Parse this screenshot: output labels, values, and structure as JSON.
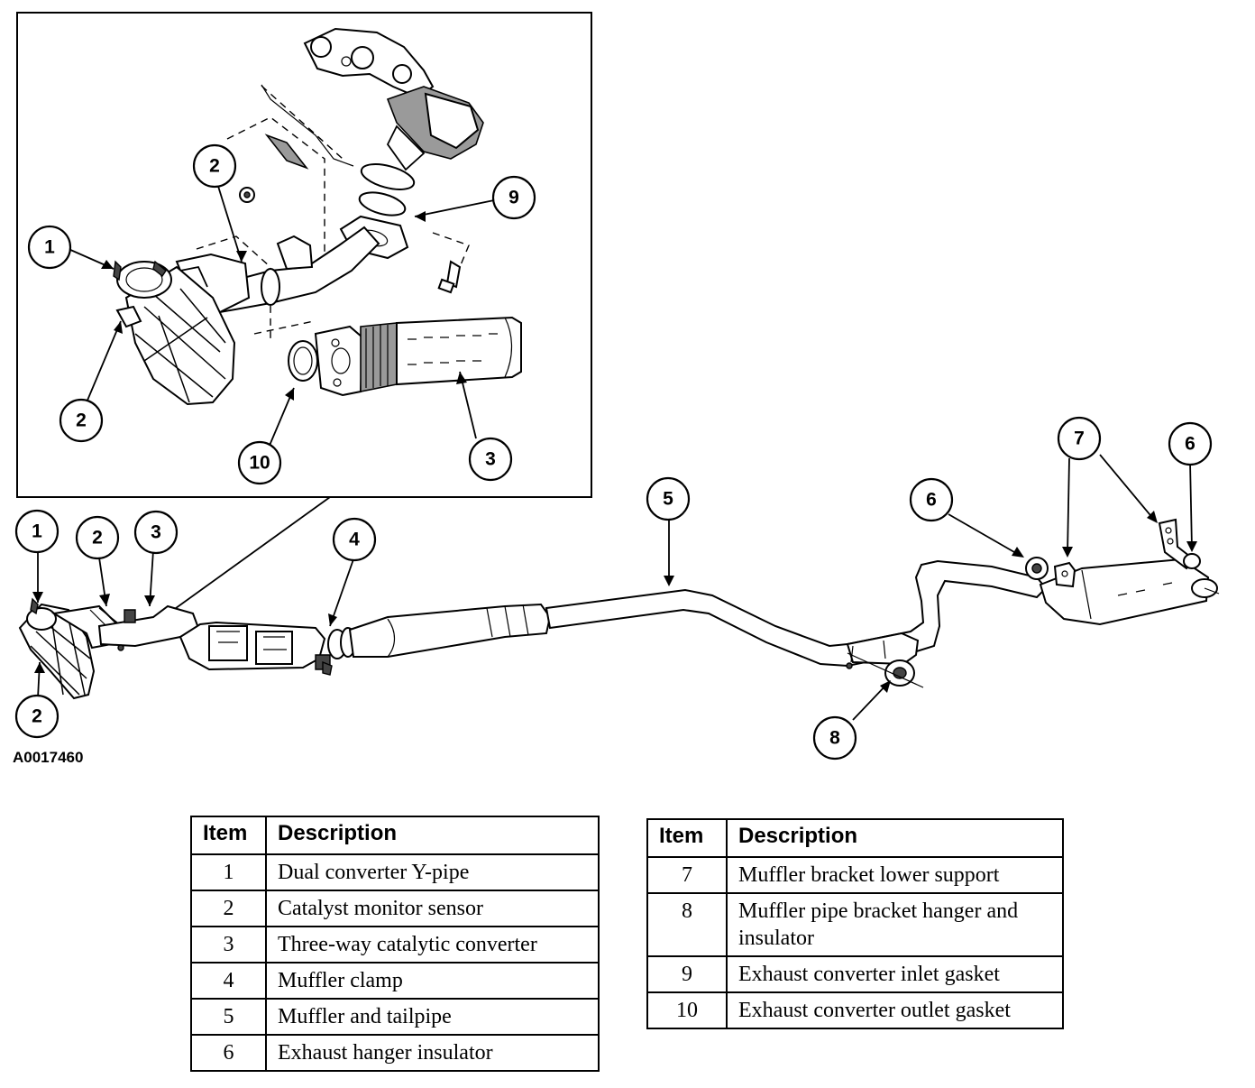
{
  "figure_id": "A0017460",
  "callouts": {
    "inset": [
      "1",
      "2",
      "2",
      "9",
      "10",
      "3"
    ],
    "main": [
      "1",
      "2",
      "3",
      "2",
      "4",
      "5",
      "6",
      "7",
      "6",
      "8"
    ]
  },
  "tables": {
    "headers": {
      "item": "Item",
      "description": "Description"
    },
    "left": [
      {
        "item": "1",
        "description": "Dual converter Y-pipe"
      },
      {
        "item": "2",
        "description": "Catalyst monitor sensor"
      },
      {
        "item": "3",
        "description": "Three-way catalytic converter"
      },
      {
        "item": "4",
        "description": "Muffler clamp"
      },
      {
        "item": "5",
        "description": "Muffler and tailpipe"
      },
      {
        "item": "6",
        "description": "Exhaust hanger insulator"
      }
    ],
    "right": [
      {
        "item": "7",
        "description": "Muffler bracket lower support"
      },
      {
        "item": "8",
        "description": "Muffler pipe bracket hanger and insulator"
      },
      {
        "item": "9",
        "description": "Exhaust converter inlet gasket"
      },
      {
        "item": "10",
        "description": "Exhaust converter outlet gasket"
      }
    ]
  }
}
